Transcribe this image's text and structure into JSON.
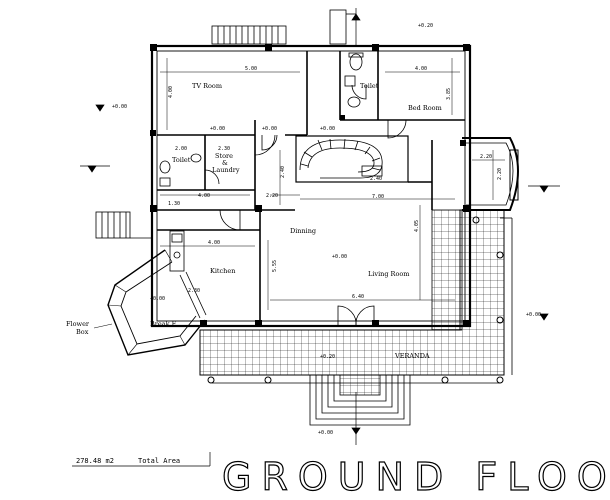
{
  "drawing": {
    "title": "GROUND FLOOR",
    "area_value": "278.48 m2",
    "area_label": "Total Area"
  },
  "rooms": {
    "tv_room": "TV Room",
    "toilet_upper": "Toilet",
    "bed_room": "Bed Room",
    "toilet_lower": "Toilet",
    "store_laundry_1": "Store",
    "store_laundry_2": "&",
    "store_laundry_3": "Laundry",
    "dinning": "Dinning",
    "living_room": "Living Room",
    "kitchen": "Kitchen",
    "break_f": "Break F.",
    "veranda": "VERANDA",
    "flower_box_1": "Flower",
    "flower_box_2": "Box"
  },
  "dimensions": {
    "tv_width": "5.00",
    "tv_height": "4.00",
    "bed_width": "4.00",
    "bed_height": "3.85",
    "toilet_a": "2.00",
    "toilet_b": "2.30",
    "corridor_a": "4.00",
    "corridor_b": "2.20",
    "corridor_c": "2.40",
    "stair_h": "2.40",
    "stair_w": "7.00",
    "kitchen_w": "4.00",
    "kitchen_h": "5.55",
    "living_w": "6.40",
    "living_h": "4.05",
    "right_wing_w": "2.20",
    "right_wing_h": "2.20",
    "break_w": "2.30",
    "small_dim": "1.30"
  },
  "levels": {
    "lv_top": "+0.20",
    "lv_left1": "+0.00",
    "lv_tv": "+0.00",
    "lv_stair": "+0.00",
    "lv_store": "+0.00",
    "lv_dinning": "+0.00",
    "lv_right": "+0.00",
    "lv_break": "+0.00",
    "lv_front": "+0.20",
    "lv_bottom": "+0.00"
  }
}
